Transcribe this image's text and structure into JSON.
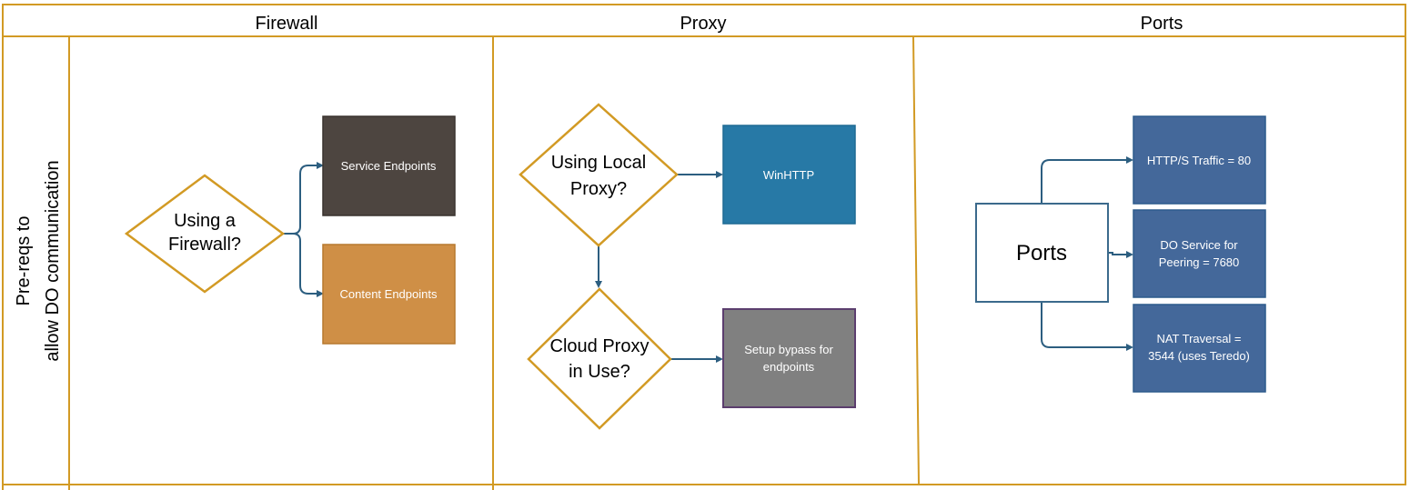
{
  "colors": {
    "lane_border": "#D29A24",
    "diamond_border": "#D29A24",
    "connector": "#2C5E80",
    "service_endpoints": "#4D4540",
    "content_endpoints": "#CF8F46",
    "winhttp": "#2779A6",
    "bypass": "#808080",
    "bypass_border": "#5B3E6E",
    "port_box": "#44689A",
    "port_box_border": "#2D5B8C",
    "ports_main_border": "#3B6A8C"
  },
  "header": {
    "lanes": [
      "Firewall",
      "Proxy",
      "Ports"
    ]
  },
  "row": {
    "title_line1": "Pre-reqs to",
    "title_line2": "allow DO communication"
  },
  "firewall": {
    "question": {
      "line1": "Using a",
      "line2": "Firewall?"
    },
    "service_endpoints": "Service Endpoints",
    "content_endpoints": "Content Endpoints"
  },
  "proxy": {
    "local_question": {
      "line1": "Using Local",
      "line2": "Proxy?"
    },
    "winhttp": "WinHTTP",
    "cloud_question": {
      "line1": "Cloud Proxy",
      "line2": "in Use?"
    },
    "bypass": {
      "line1": "Setup bypass for",
      "line2": "endpoints"
    }
  },
  "ports": {
    "main": "Ports",
    "http": "HTTP/S Traffic = 80",
    "do_service": {
      "line1": "DO Service for",
      "line2": "Peering = 7680"
    },
    "nat": {
      "line1": "NAT Traversal =",
      "line2": "3544 (uses Teredo)"
    }
  }
}
